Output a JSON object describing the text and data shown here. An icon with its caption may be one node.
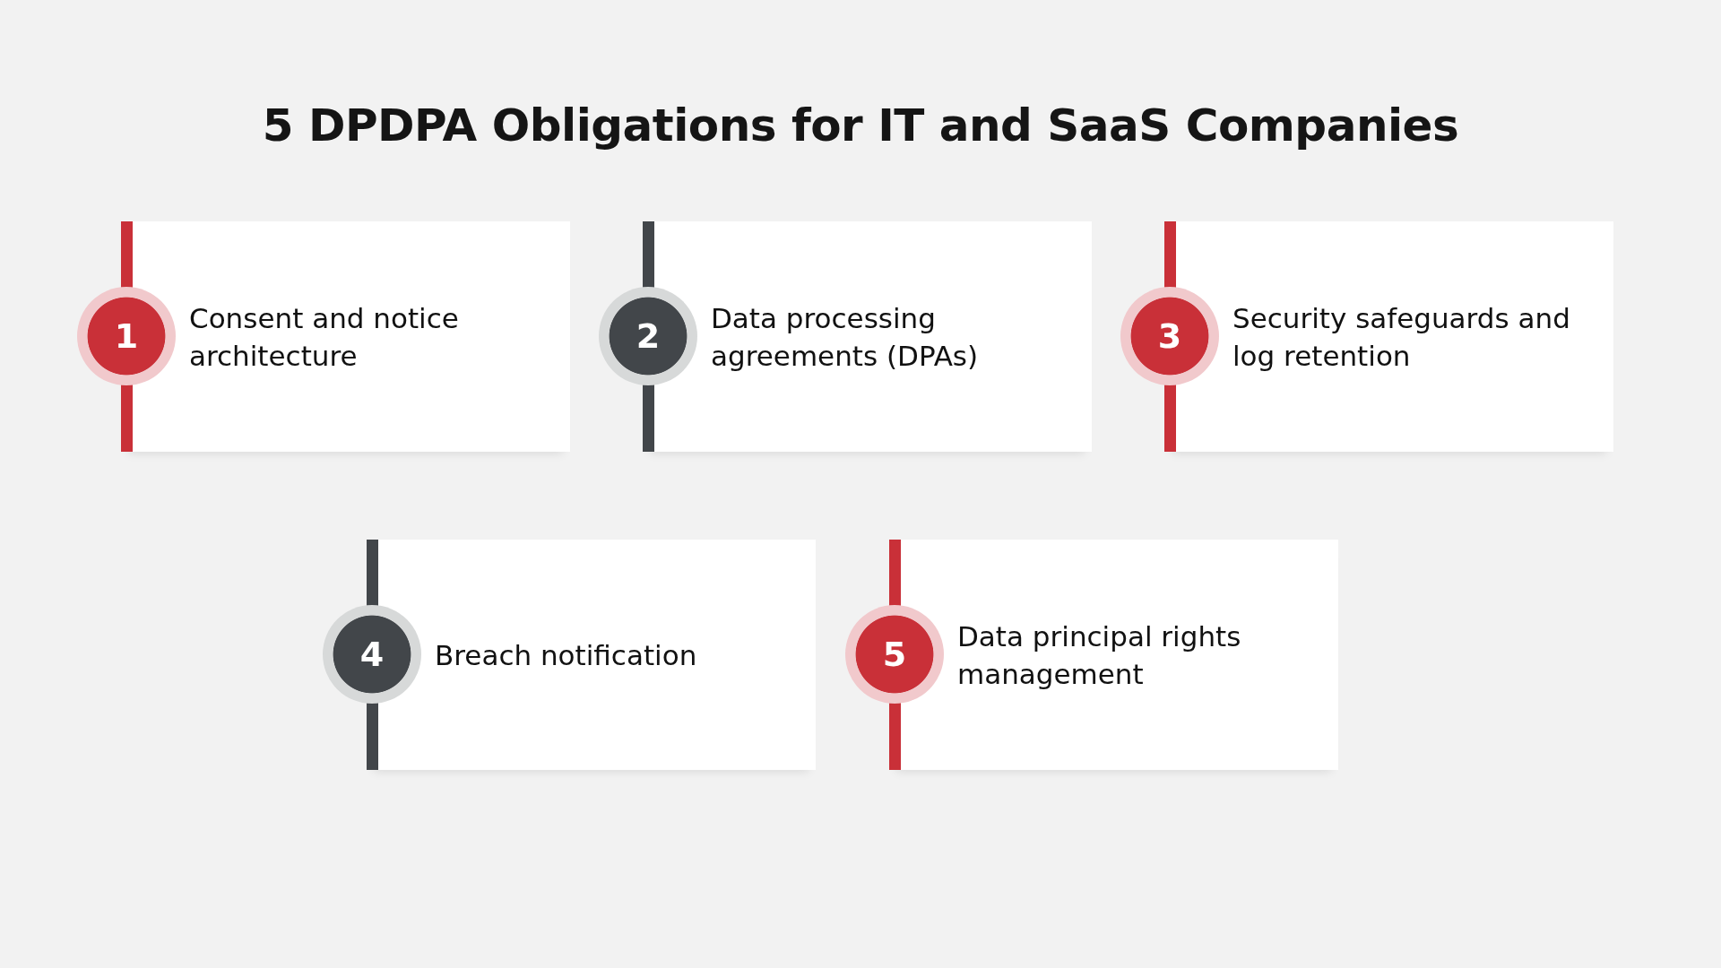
{
  "diagram": {
    "title": "5 DPDPA Obligations for IT and SaaS Companies",
    "nodes": [
      {
        "text": [
          "1"
        ]
      },
      {
        "text": [
          "Consent and notice architecture"
        ]
      },
      {
        "text": [
          "2"
        ]
      },
      {
        "text": [
          "Data processing agreements (DPAs)"
        ]
      },
      {
        "text": [
          "3"
        ]
      },
      {
        "text": [
          "Security safeguards and log retention"
        ]
      },
      {
        "text": [
          "4"
        ]
      },
      {
        "text": [
          "Breach notification"
        ]
      },
      {
        "text": [
          "5"
        ]
      },
      {
        "text": [
          "Data principal rights management"
        ]
      }
    ]
  }
}
